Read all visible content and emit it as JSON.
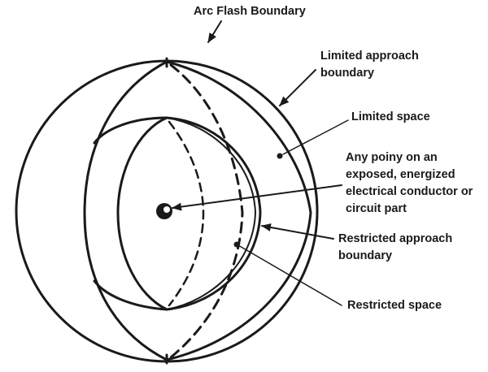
{
  "labels": {
    "arc_flash_boundary": "Arc Flash Boundary",
    "limited_approach_boundary": "Limited approach\nboundary",
    "limited_space": "Limited space",
    "energized_point": "Any poiny on an\nexposed, energized\nelectrical conductor or\ncircuit part",
    "restricted_approach_boundary": "Restricted approach\nboundary",
    "restricted_space": "Restricted space"
  },
  "colors": {
    "stroke": "#1a1a1a",
    "background": "#ffffff"
  }
}
